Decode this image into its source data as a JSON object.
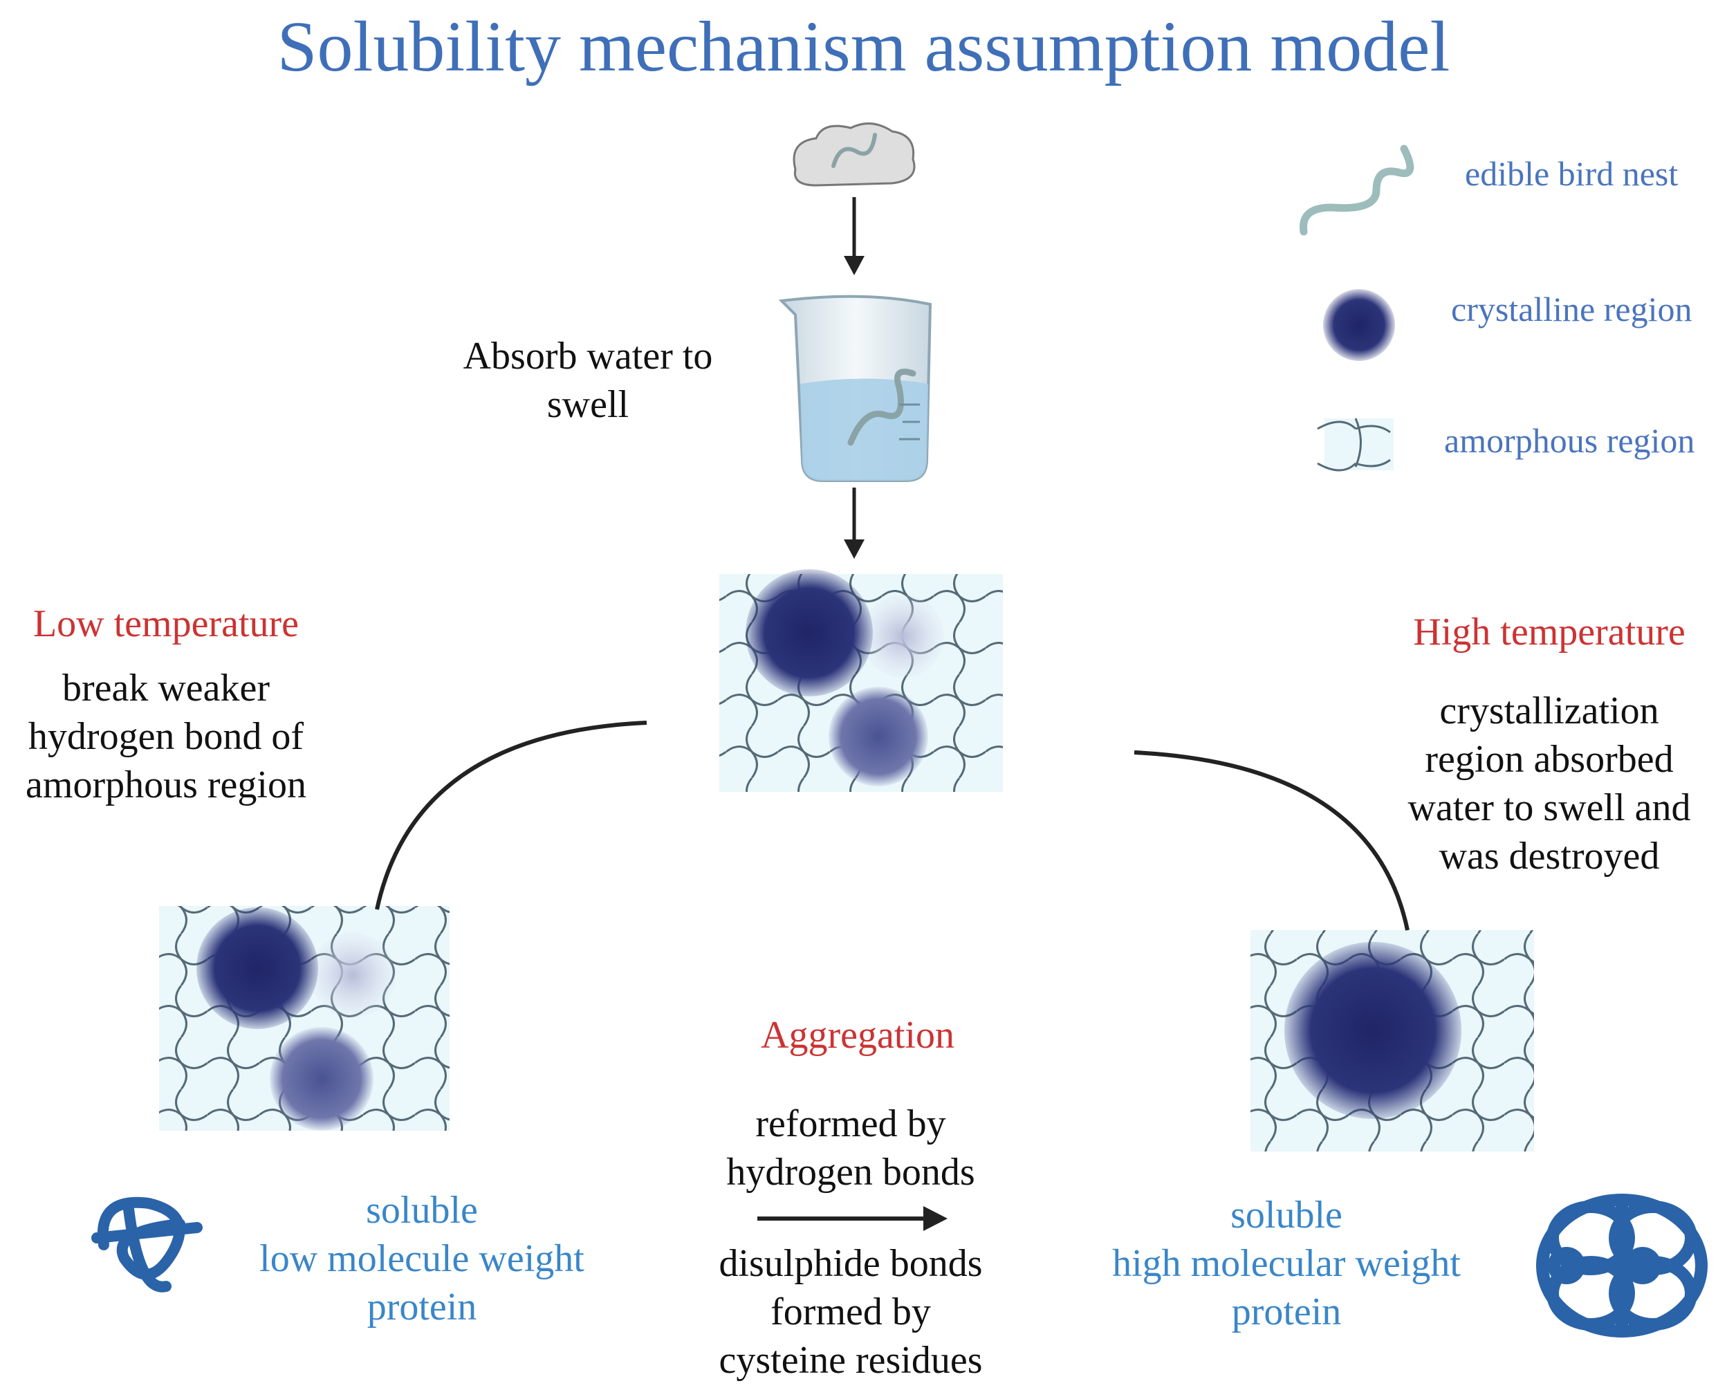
{
  "title": "Solubility mechanism assumption model",
  "legend": {
    "edible_bird_nest": "edible bird nest",
    "crystalline_region": "crystalline region",
    "amorphous_region": "amorphous region"
  },
  "center": {
    "absorb_label": [
      "Absorb water to",
      "swell"
    ]
  },
  "left": {
    "heading": "Low temperature",
    "description": [
      "break weaker",
      "hydrogen bond of",
      "amorphous region"
    ],
    "product": [
      "soluble",
      "low molecule weight",
      "protein"
    ]
  },
  "right": {
    "heading": "High temperature",
    "description": [
      "crystallization",
      "region absorbed",
      "water to swell and",
      "was destroyed"
    ],
    "product": [
      "soluble",
      "high molecular weight",
      "protein"
    ]
  },
  "bottom": {
    "heading": "Aggregation",
    "above_arrow": [
      "reformed by",
      "hydrogen bonds"
    ],
    "below_arrow": [
      "disulphide bonds",
      "formed by",
      "cysteine residues"
    ]
  },
  "colors": {
    "title": "#3f6fb8",
    "heading_red": "#cc3333",
    "product_blue": "#3a86c8",
    "crystal_dark": "#1f2566",
    "amorphous_bg": "#eaf7fb",
    "water": "#a9cfe8"
  }
}
